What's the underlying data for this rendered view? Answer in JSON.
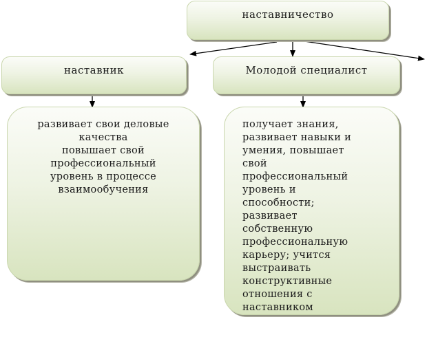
{
  "diagram": {
    "root": {
      "label": "наставничество"
    },
    "branches": [
      {
        "label": "наставник",
        "description": "развивает свои деловые\nкачества\nповышает свой\nпрофессиональный\nуровень в процессе\nвзаимообучения"
      },
      {
        "label": "Молодой специалист",
        "description": "получает знания,\nразвивает навыки и\nумения, повышает\nсвой\nпрофессиональный\nуровень и\nспособности;\nразвивает\nсобственную\nпрофессиональную\nкарьеру; учится\nвыстраивать\nконструктивные\nотношения с\nнаставником"
      }
    ],
    "colors": {
      "box_fill_top": "#fbfcf8",
      "box_fill_bottom": "#d8e4bf",
      "box_border": "#c9d6ad",
      "shadow": "#8f8f80",
      "arrow": "#000000"
    }
  }
}
